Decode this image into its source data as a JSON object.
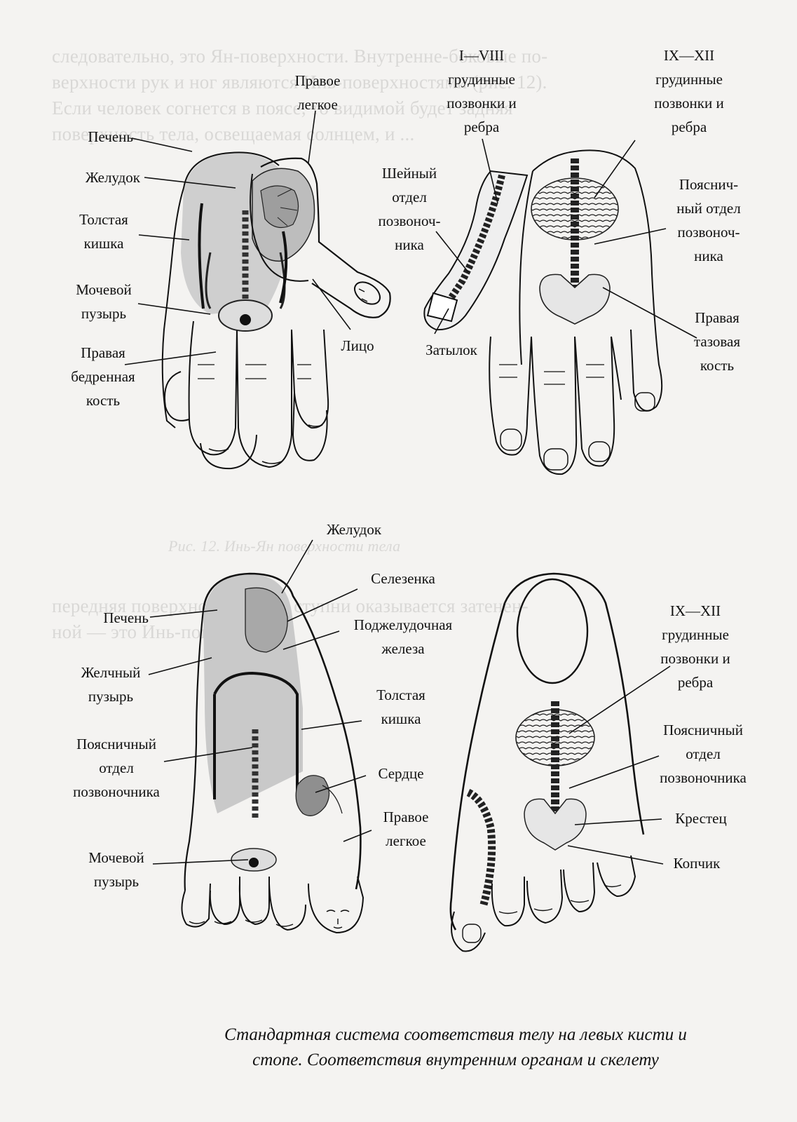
{
  "top_left": {
    "right_lung": "Правое\nлегкое",
    "liver": "Печень",
    "stomach": "Желудок",
    "colon": "Толстая\nкишка",
    "bladder": "Мочевой\nпузырь",
    "right_femur": "Правая\nбедренная\nкость",
    "face": "Лицо"
  },
  "top_right": {
    "thoracic_1_8": "I—VIII\nгрудинные\nпозвонки и\nребра",
    "thoracic_9_12": "IX—XII\nгрудинные\nпозвонки и\nребра",
    "cervical": "Шейный\nотдел\nпозвоноч-\nника",
    "lumbar": "Пояснич-\nный отдел\nпозвоноч-\nника",
    "occiput": "Затылок",
    "right_pelvic": "Правая\nтазовая\nкость"
  },
  "bottom_left": {
    "stomach": "Желудок",
    "spleen": "Селезенка",
    "liver": "Печень",
    "pancreas": "Поджелудочная\nжелеза",
    "gallbladder": "Желчный\nпузырь",
    "colon": "Толстая\nкишка",
    "lumbar": "Поясничный\nотдел\nпозвоночника",
    "heart": "Сердце",
    "right_lung": "Правое\nлегкое",
    "bladder": "Мочевой\nпузырь"
  },
  "bottom_right": {
    "thoracic_9_12": "IX—XII\nгрудинные\nпозвонки и\nребра",
    "lumbar": "Поясничный\nотдел\nпозвоночника",
    "sacrum": "Крестец",
    "coccyx": "Копчик"
  },
  "caption": "Стандартная система соответствия телу на левых кисти и стопе. Соответствия внутренним органам и скелету",
  "bleed_through": [
    "следовательно, это Ян-поверхности. Внутренне-боковые по-",
    "верхности рук и ног являются Инь-поверхностями (рис. 12).",
    "Если человек согнется в поясе, то видимой будет задняя",
    "поверхность тела, освещаемая солнцем, и ...",
    "Рис. 12. Инь-Ян поверхности тела",
    "передняя поверхность тела и ступни оказывается затенен-",
    "ной — это Инь-поверхность."
  ]
}
